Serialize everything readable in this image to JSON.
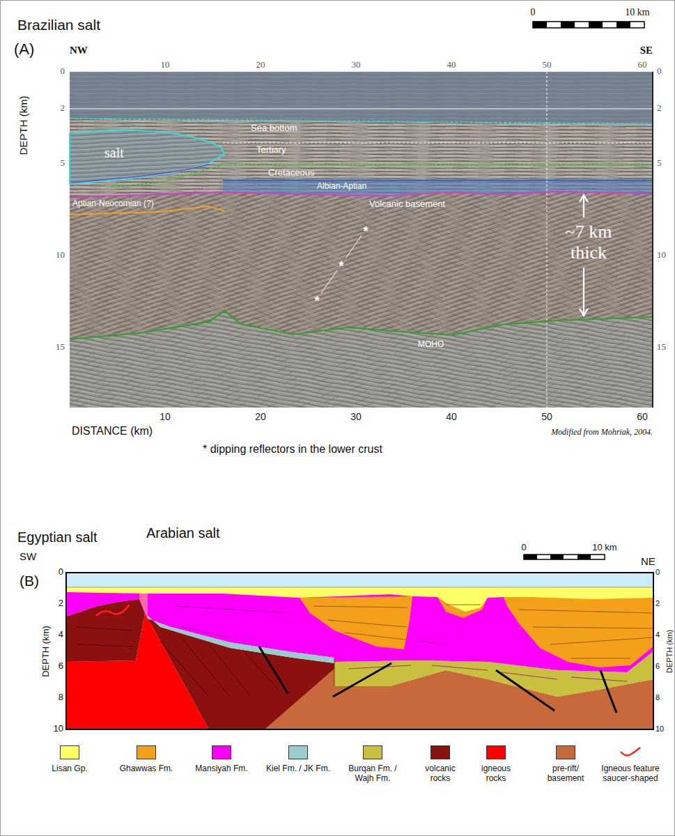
{
  "diagram": {
    "labels": [
      "Brazilian salt",
      "(A)",
      "NW",
      "SE",
      "0",
      "10 km",
      "10",
      "20",
      "30",
      "40",
      "50",
      "60",
      "0",
      "2",
      "5",
      "10",
      "15",
      "0",
      "2",
      "5",
      "10",
      "15",
      "DEPTH (km)",
      "salt",
      "Sea bottom",
      "Tertiary",
      "Cretaceous",
      "Albian-Aptian",
      "Aptian-Neocomian (?)",
      "Volcanic basement",
      "~7 km thick",
      "*",
      "*",
      "*",
      "MOHO",
      "10",
      "20",
      "30",
      "40",
      "50",
      "60",
      "DISTANCE (km)",
      "* dipping reflectors in the lower crust",
      "Modified from Mohriak, 2004.",
      "Egyptian salt",
      "Arabian salt",
      "SW",
      "(B)",
      "0",
      "10 km",
      "NE",
      "0",
      "2",
      "4",
      "6",
      "8",
      "10",
      "DEPTH (km)",
      "0",
      "2",
      "4",
      "6",
      "8",
      "10",
      "DEPTH (km)"
    ],
    "legend": [
      {
        "text": "Lisan Gp.",
        "color": "#ffff66"
      },
      {
        "text": "Ghawwas Fm.",
        "color": "#f5a01a"
      },
      {
        "text": "Mansiyah Fm.",
        "color": "#ff00ff"
      },
      {
        "text": "Kiel Fm. / JK Fm.",
        "color": "#99cccc"
      },
      {
        "text": "Burqan Fm. / Wajh Fm.",
        "color": "#c9c040"
      },
      {
        "text": "volcanic rocks",
        "color": "#8b1010"
      },
      {
        "text": "igneous rocks",
        "color": "#ff0000"
      },
      {
        "text": "pre-rift/ basement",
        "color": "#c8693c"
      },
      {
        "text": "Igneous feature saucer-shaped"
      }
    ]
  }
}
